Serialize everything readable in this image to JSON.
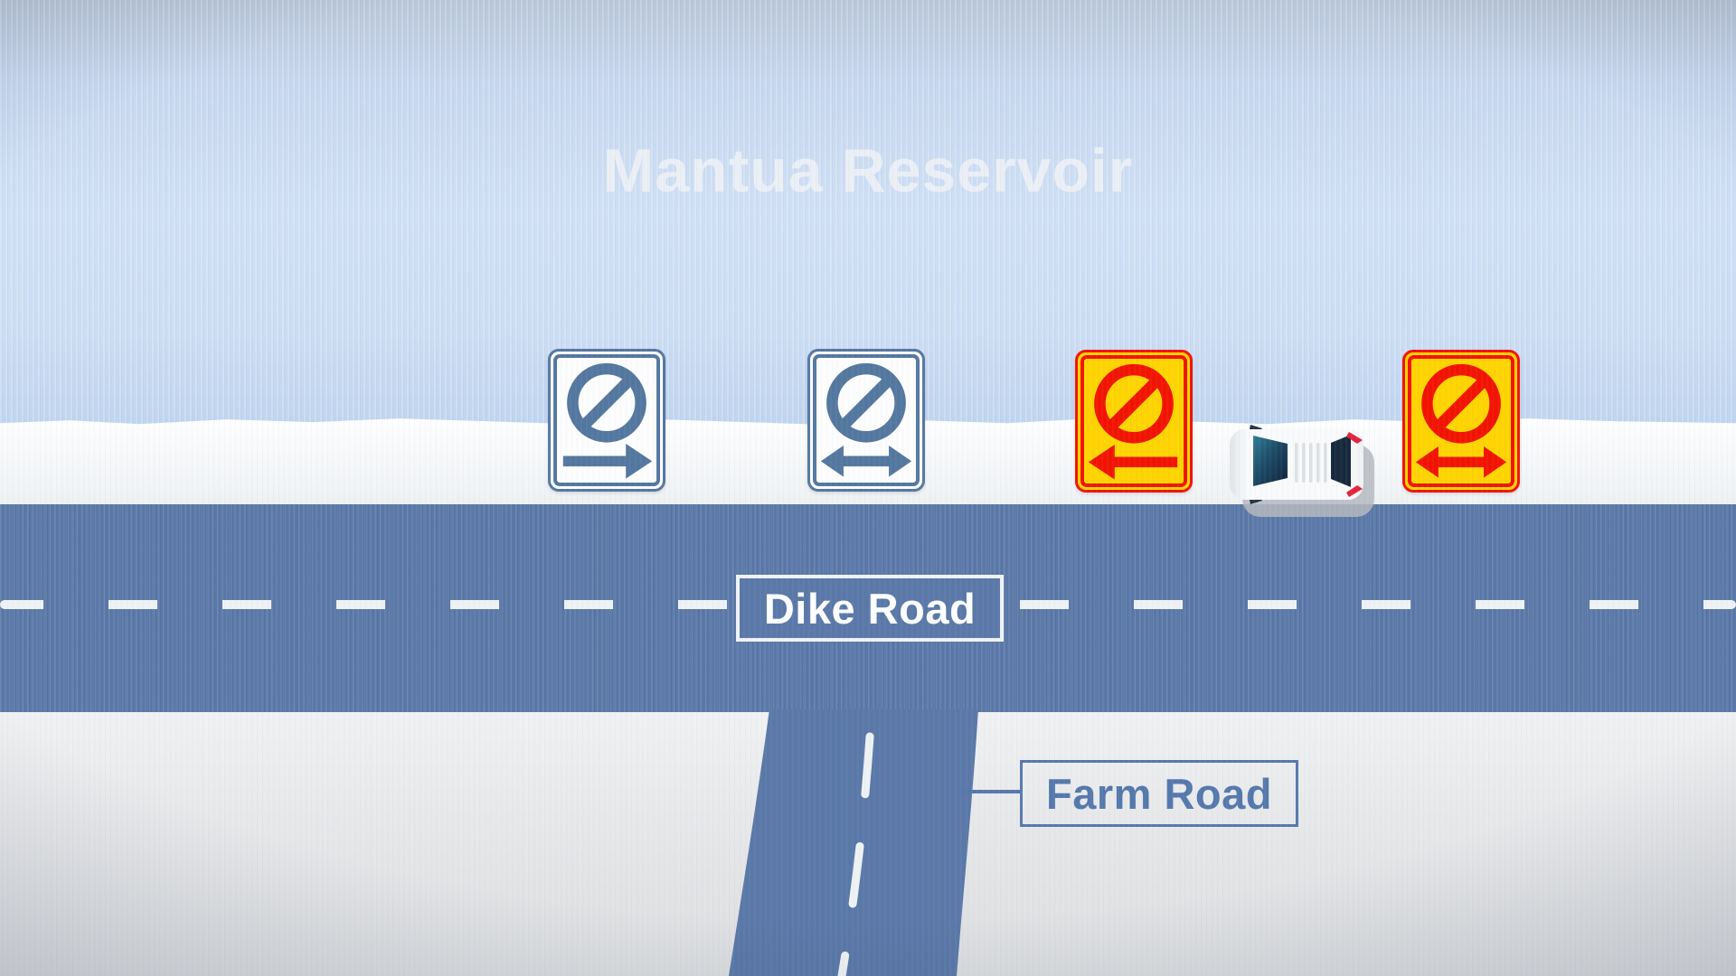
{
  "labels": {
    "reservoir": "Mantua Reservoir",
    "dike_road": "Dike Road",
    "farm_road": "Farm Road"
  },
  "signs": [
    {
      "name": "no-entry-sign-arrow-right",
      "theme": "blue",
      "arrow": "right",
      "symbol": "prohibition-circle-slash"
    },
    {
      "name": "no-entry-sign-arrow-both",
      "theme": "blue",
      "arrow": "both",
      "symbol": "prohibition-circle-slash"
    },
    {
      "name": "no-entry-sign-arrow-left",
      "theme": "yellow",
      "arrow": "left",
      "symbol": "prohibition-circle-slash"
    },
    {
      "name": "no-entry-sign-arrow-both-warning",
      "theme": "yellow",
      "arrow": "both",
      "symbol": "prohibition-circle-slash"
    }
  ],
  "car": {
    "view": "top-down",
    "color": "white",
    "facing": "left"
  },
  "colors": {
    "road_blue": "#5a78a8",
    "lane_white": "#eef2f5",
    "sign_blue": "#53779f",
    "sign_yellow": "#ffd400",
    "sign_red": "#f21300",
    "label_blue": "#5478ac",
    "water_blue": "#c9daf2",
    "shore_white": "#f4f6f8",
    "ground_gray": "#e7e8ea"
  }
}
